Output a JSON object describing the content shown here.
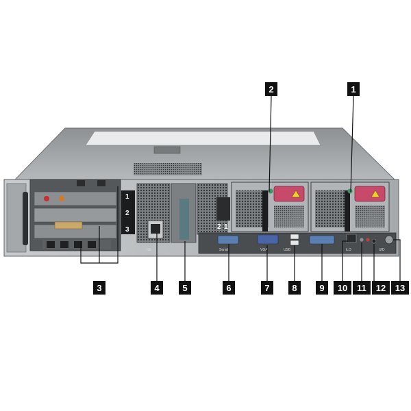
{
  "callouts": {
    "c1": "1",
    "c2": "2",
    "c3": "3",
    "c4": "4",
    "c5": "5",
    "c6": "6",
    "c7": "7",
    "c8": "8",
    "c9": "9",
    "c10": "10",
    "c11": "11",
    "c12": "12",
    "c13": "13"
  },
  "slot_labels": {
    "s1": "1",
    "s2": "2",
    "s3": "3"
  },
  "small_labels": {
    "l1": "2",
    "l2": "1",
    "gb": "Gb",
    "serial": "Serial",
    "video": "VGA",
    "usb": "USB",
    "ilo": "iLO",
    "uid": "UID"
  },
  "colors": {
    "callout_bg": "#111111",
    "chassis_top": "#9a9d9f",
    "chassis_body": "#b9bcbe",
    "rear_panel": "#4a4d50",
    "psu_handle": "#c84a6a",
    "port_blue": "#5a7fb0"
  }
}
